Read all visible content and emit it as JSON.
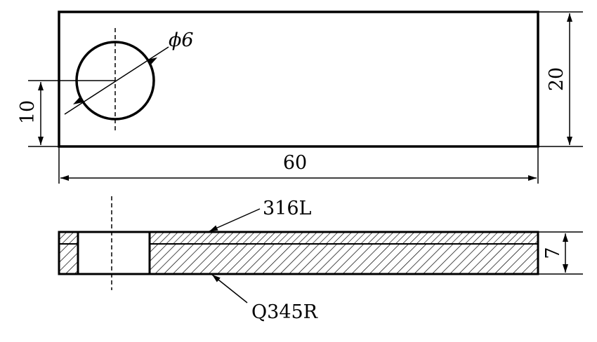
{
  "dimensions": {
    "hole_diameter": "ϕ6",
    "hole_offset": "10",
    "plate_height": "20",
    "plate_length": "60",
    "plate_thickness": "7"
  },
  "materials": {
    "cladding": "316L",
    "base": "Q345R"
  },
  "colors": {
    "line": "#000000",
    "background": "#ffffff"
  }
}
